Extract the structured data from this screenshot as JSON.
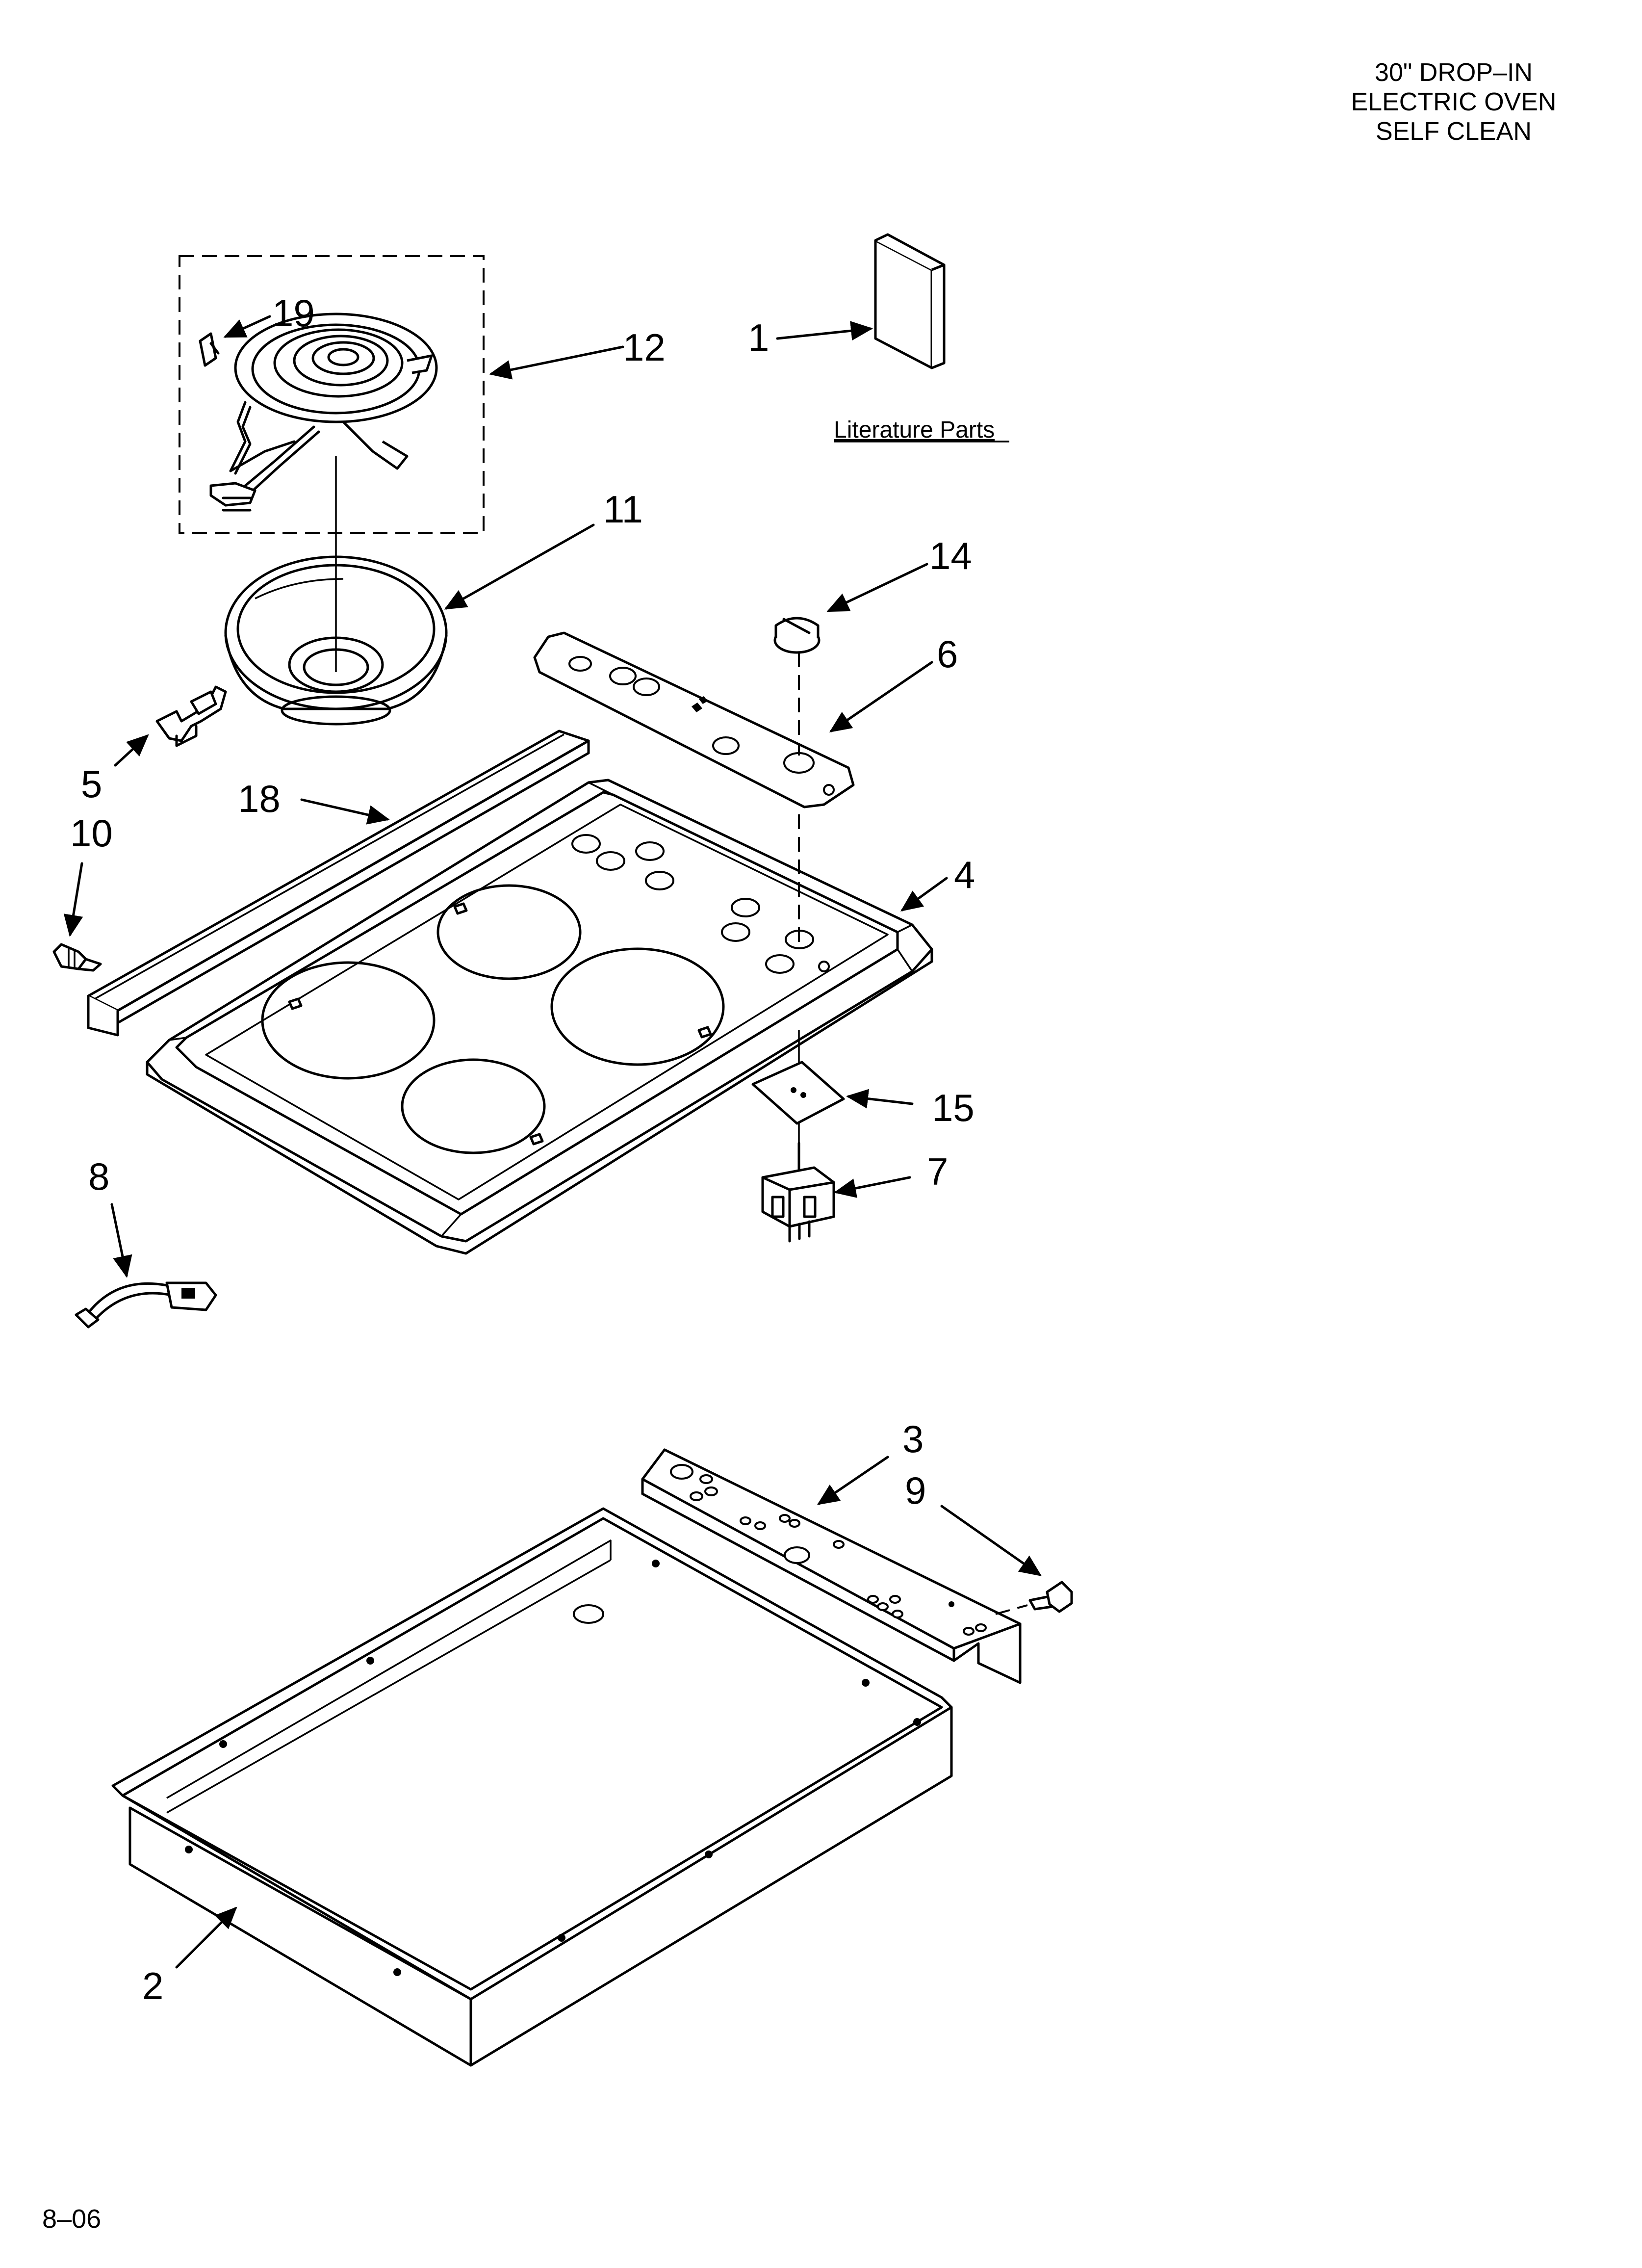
{
  "header": {
    "line1": "30\" DROP–IN",
    "line2": "ELECTRIC OVEN",
    "line3": "SELF CLEAN"
  },
  "literature_label": "Literature Parts",
  "callouts": {
    "c1": "1",
    "c2": "2",
    "c3": "3",
    "c4": "4",
    "c5": "5",
    "c6": "6",
    "c7": "7",
    "c8": "8",
    "c9": "9",
    "c10": "10",
    "c11": "11",
    "c12": "12",
    "c14": "14",
    "c15": "15",
    "c18": "18",
    "c19": "19"
  },
  "footer": {
    "code": "8–06"
  }
}
